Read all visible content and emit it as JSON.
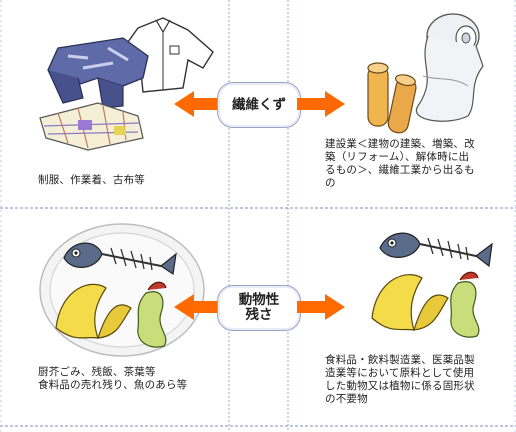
{
  "categories": [
    {
      "id": "fiber",
      "label": "繊維くず",
      "left_caption": "制服、作業着、古布等",
      "right_caption": "建設業＜建物の建築、増築、改\n築（リフォーム）、解体時に出\nるもの＞、繊維工業から出るも\nの",
      "arrow_color": "#ff6a00",
      "left_icon": "clothing-pile-icon",
      "right_icon": "fabric-roll-icon"
    },
    {
      "id": "animal",
      "label": "動物性\n残さ",
      "left_caption": "厨芥ごみ、残飯、茶葉等\n食料品の売れ残り、魚のあら等",
      "right_caption": "食料品・飲料製造業、医薬品製\n造業等において原料として使用\nした動物又は植物に係る固形状\nの不要物",
      "arrow_color": "#ff6a00",
      "left_icon": "food-waste-plate-icon",
      "right_icon": "food-waste-icon"
    }
  ],
  "colors": {
    "divider": "#7f8fc0",
    "arrow": "#ff6a00",
    "label_border": "#9aa3c5"
  }
}
